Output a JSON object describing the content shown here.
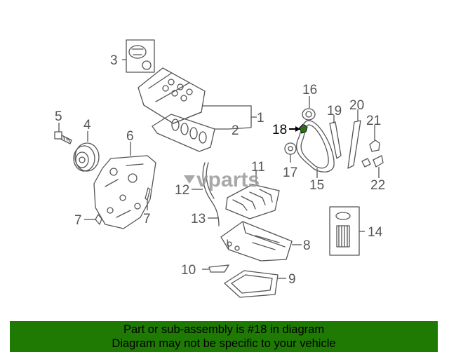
{
  "callouts": {
    "c1": "1",
    "c2": "2",
    "c3": "3",
    "c4": "4",
    "c5": "5",
    "c6": "6",
    "c7a": "7",
    "c7b": "7",
    "c8": "8",
    "c9": "9",
    "c10": "10",
    "c11": "11",
    "c12": "12",
    "c13": "13",
    "c14": "14",
    "c15": "15",
    "c16": "16",
    "c17": "17",
    "c18": "18",
    "c19": "19",
    "c20": "20",
    "c21": "21",
    "c22": "22"
  },
  "highlight": {
    "part_number": "18",
    "color": "#1f7a04"
  },
  "watermark": {
    "text": "vparts"
  },
  "banner": {
    "line1": "Part or sub-assembly is #18 in diagram",
    "line2": "Diagram may not be specific to your vehicle",
    "color": "#1f7a04"
  }
}
